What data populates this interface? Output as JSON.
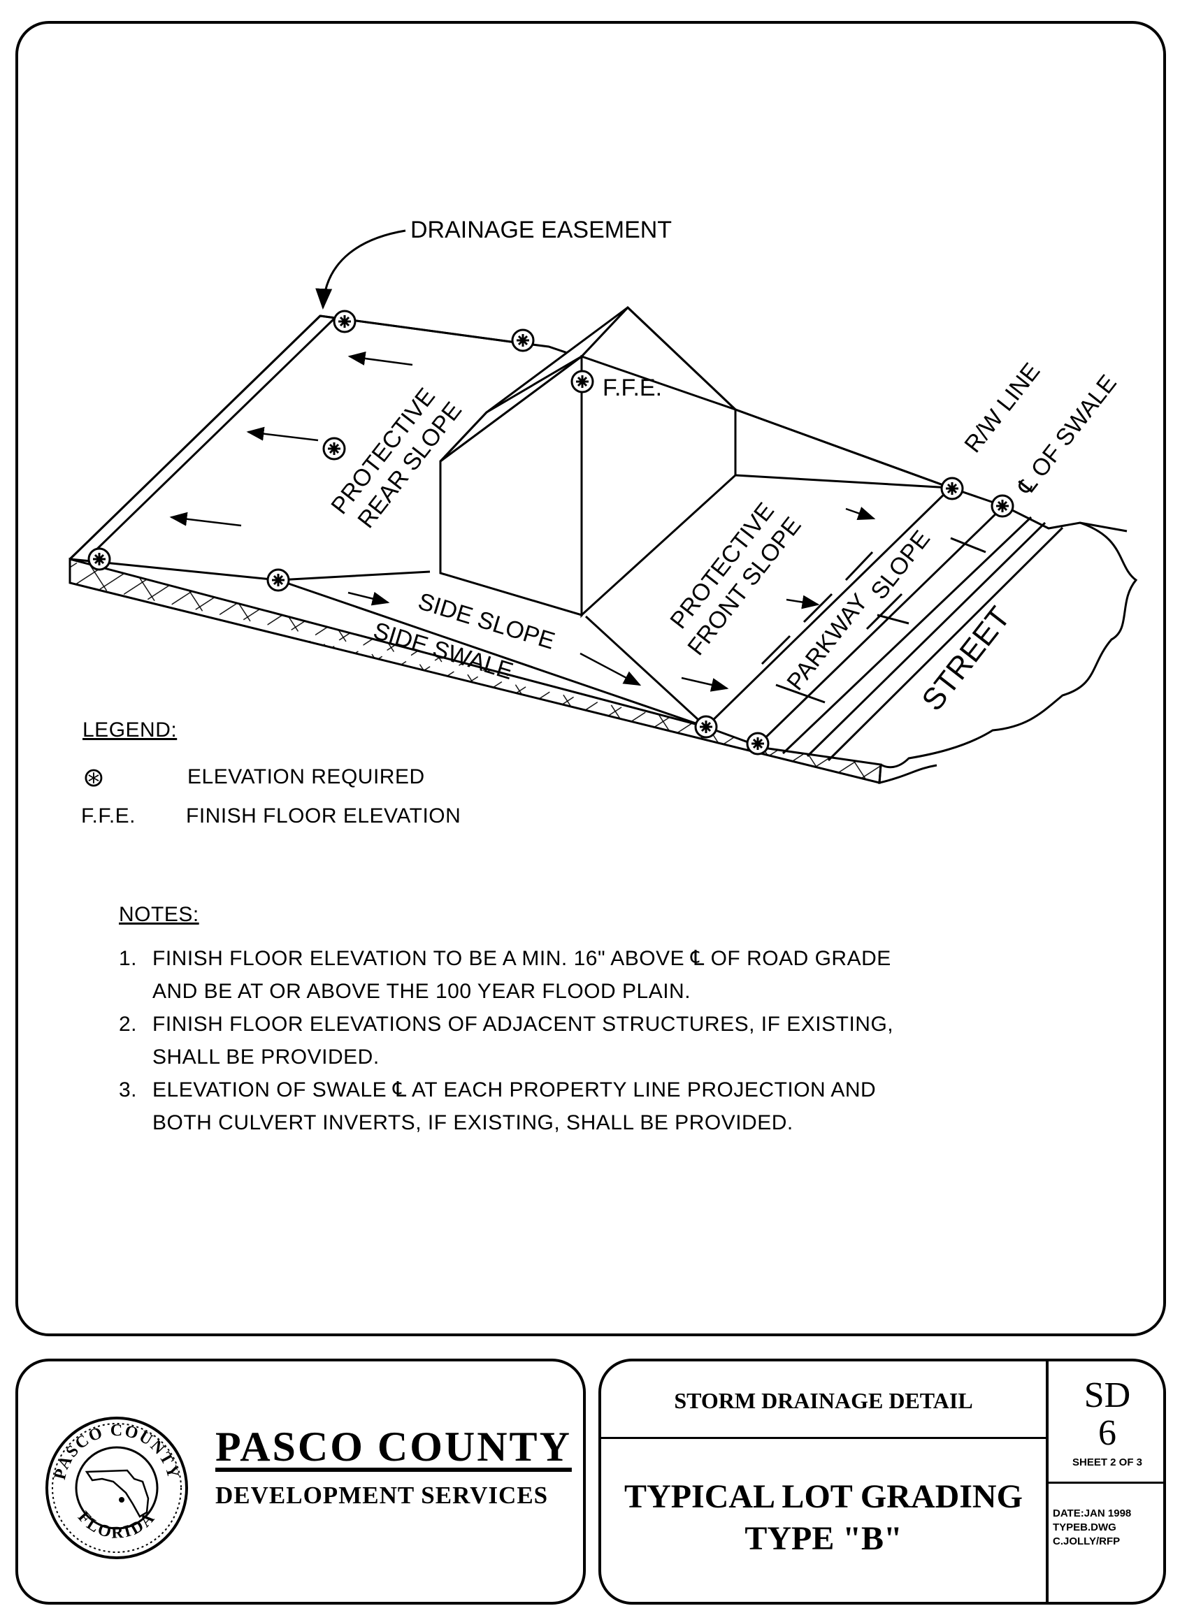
{
  "diagram": {
    "labels": {
      "drainage_easement": "DRAINAGE EASEMENT",
      "ffe": "F.F.E.",
      "protective_rear_slope_1": "PROTECTIVE",
      "protective_rear_slope_2": "REAR SLOPE",
      "protective_front_slope_1": "PROTECTIVE",
      "protective_front_slope_2": "FRONT SLOPE",
      "side_slope": "SIDE SLOPE",
      "side_swale": "SIDE SWALE",
      "parkway_slope_1": "PARKWAY",
      "parkway_slope_2": "SLOPE",
      "rw_line": "R/W LINE",
      "cl_of_swale": "℄ OF SWALE",
      "street": "STREET"
    }
  },
  "legend": {
    "title": "LEGEND:",
    "items": [
      {
        "symbol": "⊛",
        "text": "ELEVATION REQUIRED"
      },
      {
        "symbol": "F.F.E.",
        "text": "FINISH FLOOR ELEVATION"
      }
    ]
  },
  "notes": {
    "title": "NOTES:",
    "items": [
      {
        "num": "1.",
        "text": "FINISH FLOOR ELEVATION TO BE A MIN. 16\" ABOVE ℄ OF ROAD GRADE AND BE AT OR ABOVE THE 100 YEAR FLOOD PLAIN."
      },
      {
        "num": "2.",
        "text": "FINISH FLOOR ELEVATIONS OF ADJACENT STRUCTURES, IF EXISTING, SHALL BE PROVIDED."
      },
      {
        "num": "3.",
        "text": "ELEVATION OF SWALE ℄ AT EACH PROPERTY LINE PROJECTION AND BOTH CULVERT INVERTS, IF EXISTING, SHALL BE PROVIDED."
      }
    ]
  },
  "title_block": {
    "county_name": "PASCO COUNTY",
    "department": "DEVELOPMENT SERVICES",
    "seal_top": "PASCO COUNTY",
    "seal_bottom": "FLORIDA",
    "detail_type": "STORM DRAINAGE DETAIL",
    "drawing_title_line1": "TYPICAL LOT GRADING",
    "drawing_title_line2": "TYPE \"B\"",
    "sheet_code_line1": "SD",
    "sheet_code_line2": "6",
    "sheet_count": "SHEET 2 OF 3",
    "date": "DATE:JAN 1998",
    "file": "TYPEB.DWG",
    "author": "C.JOLLY/RFP"
  }
}
